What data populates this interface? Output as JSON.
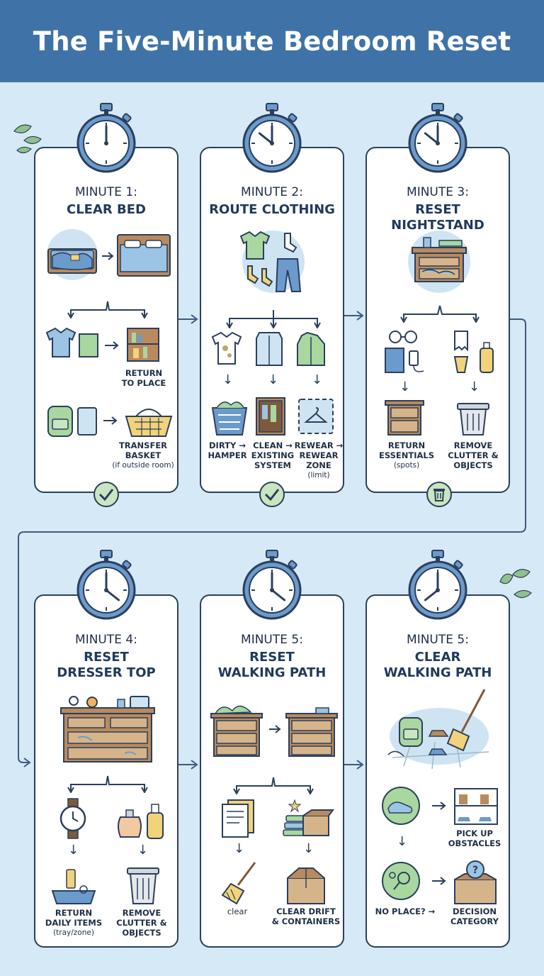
{
  "title": "The Five-Minute Bedroom Reset",
  "cards": [
    {
      "minute": "MINUTE 1:",
      "title_lines": [
        "CLEAR BED"
      ],
      "labels": {
        "a": "RETURN",
        "b": "TO PLACE",
        "c": "TRANSFER",
        "d": "BASKET",
        "e": "(if outside room)"
      },
      "badge": "check-icon"
    },
    {
      "minute": "MINUTE 2:",
      "title_lines": [
        "ROUTE CLOTHING"
      ],
      "labels": {
        "a1": "DIRTY →",
        "a2": "HAMPER",
        "b1": "CLEAN →",
        "b2": "EXISTING",
        "b3": "SYSTEM",
        "c1": "REWEAR →",
        "c2": "REWEAR",
        "c3": "ZONE",
        "c4": "(limit)"
      },
      "badge": "check-icon"
    },
    {
      "minute": "MINUTE 3:",
      "title_lines": [
        "RESET NIGHTSTAND"
      ],
      "labels": {
        "a1": "RETURN",
        "a2": "ESSENTIALS",
        "a3": "(spots)",
        "b1": "REMOVE",
        "b2": "CLUTTER &",
        "b3": "OBJECTS"
      },
      "badge": "trash-icon"
    },
    {
      "minute": "MINUTE 4:",
      "title_lines": [
        "RESET",
        "DRESSER TOP"
      ],
      "labels": {
        "a1": "RETURN",
        "a2": "DAILY ITEMS",
        "a3": "(tray/zone)",
        "b1": "REMOVE",
        "b2": "CLUTTER &",
        "b3": "OBJECTS"
      }
    },
    {
      "minute": "MINUTE 5:",
      "title_lines": [
        "RESET",
        "WALKING PATH"
      ],
      "labels": {
        "a1": "clear",
        "b1": "CLEAR DRIFT",
        "b2": "& CONTAINERS"
      }
    },
    {
      "minute": "MINUTE 5:",
      "title_lines": [
        "CLEAR",
        "WALKING PATH"
      ],
      "labels": {
        "a1": "PICK UP",
        "a2": "OBSTACLES",
        "b1": "NO PLACE? →",
        "b2": "DECISION",
        "b3": "CATEGORY"
      }
    }
  ],
  "colors": {
    "header": "#3f73a8",
    "background": "#d6e9f6",
    "card_border": "#2b3f5c",
    "wood": "#b98a5e",
    "accent_green": "#a9d7a0",
    "accent_blue": "#9cc4e4"
  }
}
